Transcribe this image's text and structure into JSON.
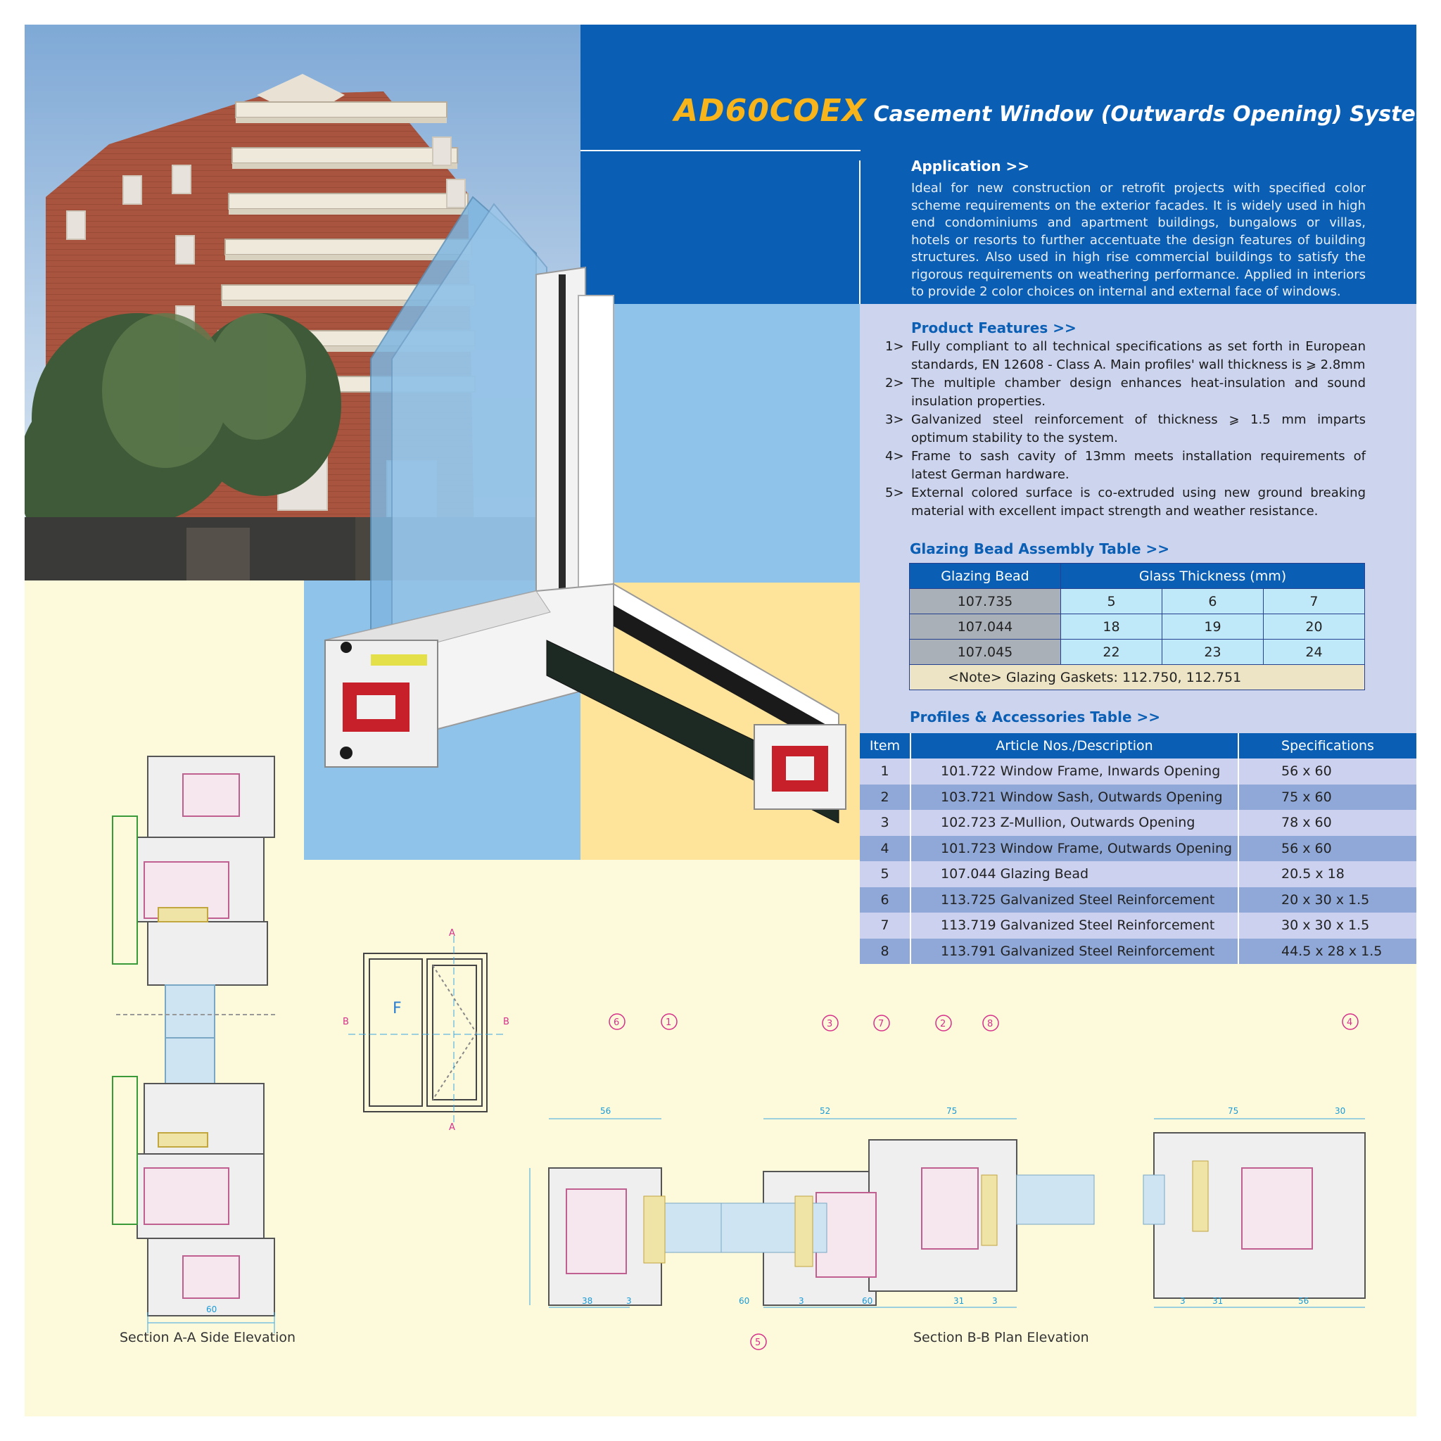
{
  "title": {
    "code": "AD60COEX",
    "name": "Casement Window (Outwards Opening) System"
  },
  "application": {
    "heading": "Application >>",
    "text": "Ideal for new construction or retrofit projects with specified color scheme requirements on the exterior facades. It is widely used in high end condominiums and apartment buildings, bungalows or villas, hotels or resorts to further accentuate the design features of building structures. Also used in high rise commercial buildings to satisfy the rigorous requirements on weathering performance. Applied in interiors to provide 2 color choices on internal and external face of windows."
  },
  "features": {
    "heading": "Product Features >>",
    "items": [
      {
        "num": "1>",
        "text": "Fully compliant to all technical specifications as set forth in European standards, EN 12608 - Class A.  Main profiles' wall thickness is ⩾ 2.8mm"
      },
      {
        "num": "2>",
        "text": "The multiple chamber design enhances heat-insulation and sound insulation properties."
      },
      {
        "num": "3>",
        "text": "Galvanized steel reinforcement of thickness ⩾ 1.5 mm imparts optimum stability to the system."
      },
      {
        "num": "4>",
        "text": "Frame to sash cavity of 13mm meets installation requirements of latest German hardware."
      },
      {
        "num": "5>",
        "text": "External colored surface is co-extruded using new ground breaking material with excellent impact strength and weather resistance."
      }
    ]
  },
  "glazing_table": {
    "heading": "Glazing Bead Assembly Table >>",
    "col_bead": "Glazing Bead",
    "col_thickness": "Glass Thickness (mm)",
    "rows": [
      {
        "bead": "107.735",
        "v1": "5",
        "v2": "6",
        "v3": "7"
      },
      {
        "bead": "107.044",
        "v1": "18",
        "v2": "19",
        "v3": "20"
      },
      {
        "bead": "107.045",
        "v1": "22",
        "v2": "23",
        "v3": "24"
      }
    ],
    "note": "<Note> Glazing Gaskets: 112.750, 112.751"
  },
  "profiles_table": {
    "heading": "Profiles & Accessories Table >>",
    "col_item": "Item",
    "col_desc": "Article Nos./Description",
    "col_spec": "Specifications",
    "rows": [
      {
        "item": "1",
        "desc": "101.722 Window Frame, Inwards Opening",
        "spec": "56 x 60"
      },
      {
        "item": "2",
        "desc": "103.721 Window Sash, Outwards Opening",
        "spec": "75 x 60"
      },
      {
        "item": "3",
        "desc": "102.723 Z-Mullion, Outwards Opening",
        "spec": "78 x 60"
      },
      {
        "item": "4",
        "desc": "101.723 Window Frame, Outwards Opening",
        "spec": "56 x 60"
      },
      {
        "item": "5",
        "desc": "107.044 Glazing Bead",
        "spec": "20.5 x 18"
      },
      {
        "item": "6",
        "desc": "113.725 Galvanized Steel Reinforcement",
        "spec": "20 x 30 x 1.5"
      },
      {
        "item": "7",
        "desc": "113.719 Galvanized Steel Reinforcement",
        "spec": "30 x 30 x 1.5"
      },
      {
        "item": "8",
        "desc": "113.791 Galvanized Steel Reinforcement",
        "spec": "44.5 x 28 x 1.5"
      }
    ]
  },
  "drawings": {
    "caption_a": "Section A-A Side Elevation",
    "caption_b": "Section B-B Plan Elevation",
    "elevation_letters": {
      "a": "A",
      "b": "B",
      "f": "F"
    },
    "dim_a_width": "60",
    "dims_b": [
      "56",
      "38",
      "3",
      "60",
      "52",
      "75",
      "3",
      "60",
      "31",
      "3",
      "75",
      "30",
      "3",
      "31",
      "56"
    ],
    "callouts": [
      "6",
      "1",
      "3",
      "7",
      "2",
      "8",
      "4",
      "5"
    ]
  },
  "colors": {
    "brand_blue": "#0a5fb4",
    "title_yellow": "#f7b41b",
    "panel_lavender": "#cdd4ee",
    "cream": "#fdfadc"
  }
}
